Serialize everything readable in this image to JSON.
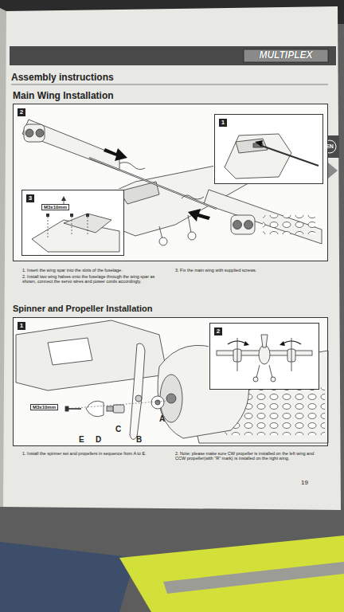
{
  "diagram": {
    "title": "Assembly instructions",
    "nodes": [
      {
        "text": [
          "2"
        ]
      },
      {
        "text": [
          "1"
        ],
        "in": 0
      },
      {
        "text": [
          "3",
          "M3x10mm"
        ],
        "in": 0
      },
      {
        "text": [
          "1"
        ]
      },
      {
        "text": [
          "2"
        ],
        "in": 3
      }
    ],
    "labels": [
      "MULTIPLEX",
      "EN",
      "Main Wing Installation",
      "1. Insert the wing spar into the slots of the fuselage.",
      "2. Install two wing halves onto the fuselage through the wing spar as shown, connect the servo wires and power cords accordingly.",
      "3. Fix the main wing with supplied screws.",
      "Spinner and Propeller Installation",
      "M3x10mm",
      "A",
      "B",
      "C",
      "D",
      "E",
      "1. Install the spinner set and propellers in sequence from A to E.",
      "2. Note: please make sure CW propeller is installed on the left wing and CCW propeller(with \"R\" mark) is installed on the right wing.",
      "19"
    ]
  }
}
